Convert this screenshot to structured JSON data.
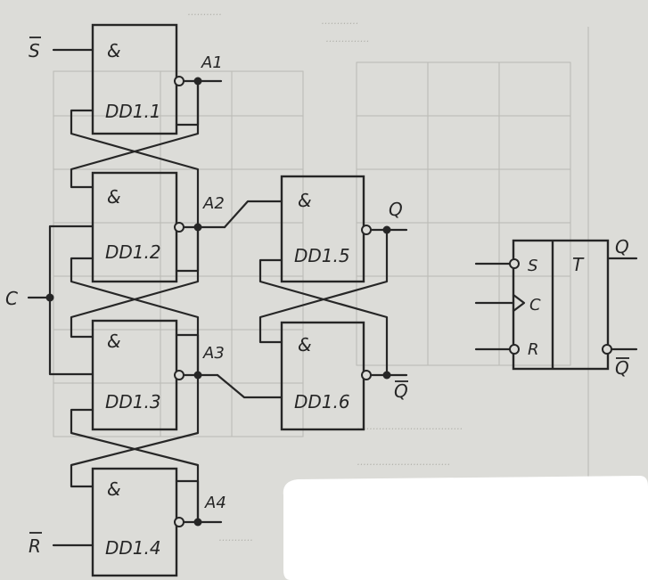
{
  "diagram": {
    "inputs": {
      "s": "S",
      "r": "R",
      "c": "C"
    },
    "outputs": {
      "q": "Q",
      "q_bar": "Q"
    },
    "nodes": [
      "A1",
      "A2",
      "A3",
      "A4"
    ],
    "gates": [
      {
        "op": "&",
        "name": "DD1.1"
      },
      {
        "op": "&",
        "name": "DD1.2"
      },
      {
        "op": "&",
        "name": "DD1.3"
      },
      {
        "op": "&",
        "name": "DD1.4"
      },
      {
        "op": "&",
        "name": "DD1.5"
      },
      {
        "op": "&",
        "name": "DD1.6"
      }
    ],
    "symbol": {
      "type_label": "T",
      "pins": [
        "S",
        "C",
        "R"
      ],
      "outputs": [
        "Q",
        "Q"
      ]
    }
  }
}
